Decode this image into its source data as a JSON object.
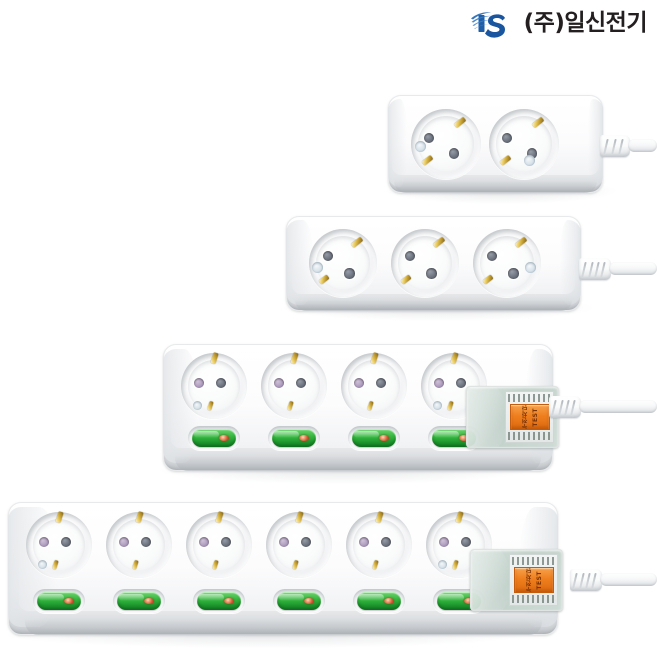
{
  "brand": {
    "logo_icon": "is-swoosh-logo",
    "logo_text": "IS",
    "company_name": "(주)일신전기",
    "logo_color": "#1f5fa8",
    "name_color": "#231f20"
  },
  "palette": {
    "background": "#ffffff",
    "body_white": "#fdfdfd",
    "body_shadow": "#c2c6ca",
    "switch_green": "#34b63f",
    "switch_lamp_red": "#d6603a",
    "breaker_orange": "#ef7f1e",
    "breaker_cover": "#cdd9d3",
    "brass_clip": "#e8c95a",
    "pin_dark": "#6e7480",
    "pin_violet": "#b4a2c2"
  },
  "products": [
    {
      "id": "strip-2-outlet",
      "name": "2-outlet power strip",
      "outlet_count": 2,
      "outlets": [
        {
          "label": "outlet-1",
          "shutter": true
        },
        {
          "label": "outlet-2",
          "shutter": true
        }
      ],
      "has_switches": false,
      "switch_count": 0,
      "has_breaker": false,
      "cord": {
        "position": "right",
        "strain_relief_ribs": 3
      }
    },
    {
      "id": "strip-3-outlet",
      "name": "3-outlet power strip",
      "outlet_count": 3,
      "outlets": [
        {
          "label": "outlet-1",
          "shutter": true
        },
        {
          "label": "outlet-2",
          "shutter": false
        },
        {
          "label": "outlet-3",
          "shutter": true
        }
      ],
      "has_switches": false,
      "switch_count": 0,
      "has_breaker": false,
      "cord": {
        "position": "right",
        "strain_relief_ribs": 4
      }
    },
    {
      "id": "strip-4-outlet-switched",
      "name": "4-outlet switched power strip with breaker",
      "outlet_count": 4,
      "outlets": [
        {
          "label": "outlet-1",
          "shutter": true
        },
        {
          "label": "outlet-2",
          "shutter": false
        },
        {
          "label": "outlet-3",
          "shutter": false
        },
        {
          "label": "outlet-4",
          "shutter": true
        }
      ],
      "has_switches": true,
      "switch_count": 4,
      "switch_state": "on",
      "has_breaker": true,
      "breaker": {
        "button_label": "TEST",
        "button_label_secondary": "누전차단",
        "state": "set"
      },
      "cord": {
        "position": "right",
        "strain_relief_ribs": 4
      }
    },
    {
      "id": "strip-6-outlet-switched",
      "name": "6-outlet switched power strip with breaker",
      "outlet_count": 6,
      "outlets": [
        {
          "label": "outlet-1",
          "shutter": true
        },
        {
          "label": "outlet-2",
          "shutter": false
        },
        {
          "label": "outlet-3",
          "shutter": false
        },
        {
          "label": "outlet-4",
          "shutter": false
        },
        {
          "label": "outlet-5",
          "shutter": false
        },
        {
          "label": "outlet-6",
          "shutter": true
        }
      ],
      "has_switches": true,
      "switch_count": 6,
      "switch_state": "on",
      "has_breaker": true,
      "breaker": {
        "button_label": "TEST",
        "button_label_secondary": "누전차단",
        "state": "set"
      },
      "cord": {
        "position": "right",
        "strain_relief_ribs": 4
      }
    }
  ]
}
